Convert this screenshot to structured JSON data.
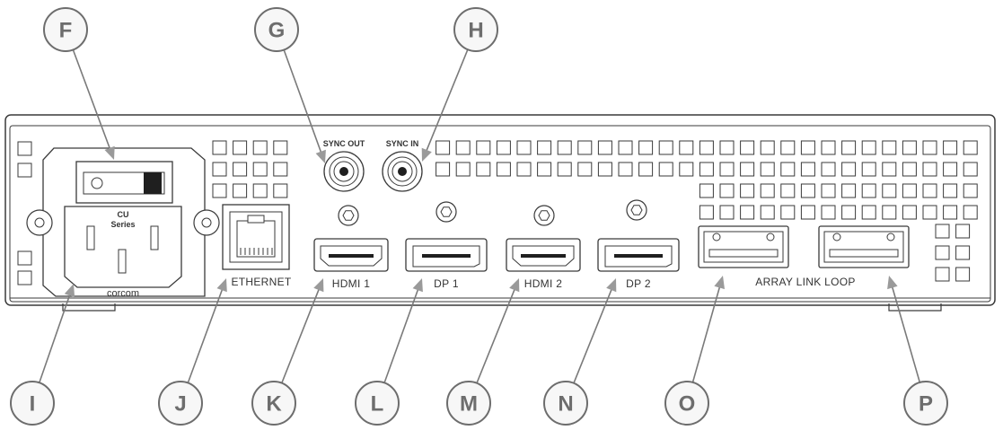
{
  "callouts": [
    {
      "letter": "F",
      "name": "power-switch"
    },
    {
      "letter": "G",
      "name": "sync-out"
    },
    {
      "letter": "H",
      "name": "sync-in"
    },
    {
      "letter": "I",
      "name": "power-inlet"
    },
    {
      "letter": "J",
      "name": "ethernet"
    },
    {
      "letter": "K",
      "name": "hdmi-1"
    },
    {
      "letter": "L",
      "name": "dp-1"
    },
    {
      "letter": "M",
      "name": "hdmi-2"
    },
    {
      "letter": "N",
      "name": "dp-2"
    },
    {
      "letter": "O",
      "name": "array-link-1"
    },
    {
      "letter": "P",
      "name": "array-link-2"
    }
  ],
  "panel_labels": {
    "sync_out": "SYNC OUT",
    "sync_in": "SYNC IN",
    "ethernet": "ETHERNET",
    "hdmi1": "HDMI 1",
    "dp1": "DP 1",
    "hdmi2": "HDMI 2",
    "dp2": "DP 2",
    "array_link_loop": "ARRAY LINK LOOP",
    "inlet_series_1": "CU",
    "inlet_series_2": "Series",
    "inlet_brand": "corcom"
  }
}
